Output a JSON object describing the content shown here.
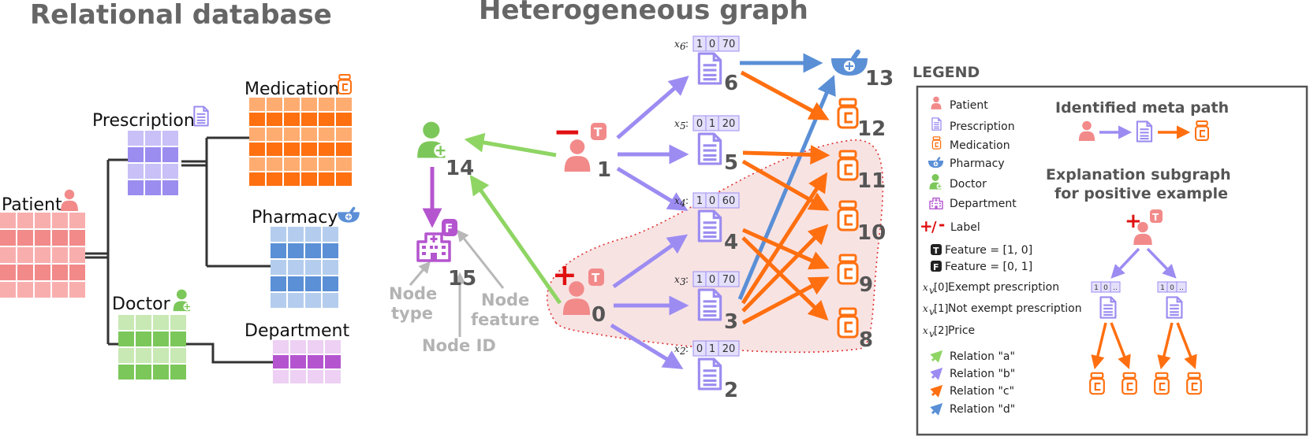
{
  "titles": {
    "relational": "Relational database",
    "graph": "Heterogeneous graph"
  },
  "tables": {
    "patient": "Patient",
    "prescription": "Prescription",
    "medication": "Medication",
    "pharmacy": "Pharmacy",
    "doctor": "Doctor",
    "department": "Department"
  },
  "nodes": {
    "n0": "0",
    "n1": "1",
    "n2": "2",
    "n3": "3",
    "n4": "4",
    "n5": "5",
    "n6": "6",
    "n8": "8",
    "n9": "9",
    "n10": "10",
    "n11": "11",
    "n12": "12",
    "n13": "13",
    "n14": "14",
    "n15": "15"
  },
  "labels": {
    "minus": "−",
    "plus": "+",
    "T": "T",
    "F": "F"
  },
  "features": {
    "x6": {
      "label": "x",
      "sub": "6",
      "vals": [
        "1",
        "0",
        "70"
      ]
    },
    "x5": {
      "label": "x",
      "sub": "5",
      "vals": [
        "0",
        "1",
        "20"
      ]
    },
    "x4": {
      "label": "x",
      "sub": "4",
      "vals": [
        "1",
        "0",
        "60"
      ]
    },
    "x3": {
      "label": "x",
      "sub": "3",
      "vals": [
        "1",
        "0",
        "70"
      ]
    },
    "x2": {
      "label": "x",
      "sub": "2",
      "vals": [
        "0",
        "1",
        "20"
      ]
    }
  },
  "annotations": {
    "node_type_1": "Node",
    "node_type_2": "type",
    "node_id": "Node ID",
    "node_feature_1": "Node",
    "node_feature_2": "feature"
  },
  "legend": {
    "title": "LEGEND",
    "items": {
      "patient": "Patient",
      "prescription": "Prescription",
      "medication": "Medication",
      "pharmacy": "Pharmacy",
      "doctor": "Doctor",
      "department": "Department",
      "label": "Label",
      "feat_t": "Feature = [1, 0]",
      "feat_f": "Feature = [0, 1]",
      "x0": "Exempt prescription",
      "x1": "Not exempt prescription",
      "x2": "Price",
      "rel_a": "Relation \"a\"",
      "rel_b": "Relation \"b\"",
      "rel_c": "Relation \"c\"",
      "rel_d": "Relation \"d\""
    },
    "xv_labels": {
      "x0": "x",
      "x0_sub": "v",
      "i0": "[0]",
      "i1": "[1]",
      "i2": "[2]"
    },
    "meta_path_title": "Identified meta path",
    "expl_title_1": "Explanation subgraph",
    "expl_title_2": "for positive example",
    "mini_feat": [
      "1",
      "0",
      ".."
    ],
    "label_symbol_plus": "+",
    "label_symbol_slash": "/",
    "label_symbol_minus": "-"
  },
  "colors": {
    "patient": "#f28a8a",
    "prescription": "#9b8cf0",
    "medication": "#ff7010",
    "pharmacy": "#5b8fd6",
    "doctor": "#7cc75a",
    "department": "#b455cf",
    "rel_a": "#8fd564",
    "rel_b": "#9c8cf2",
    "rel_c": "#ff6f10",
    "rel_d": "#5a8fd6"
  }
}
